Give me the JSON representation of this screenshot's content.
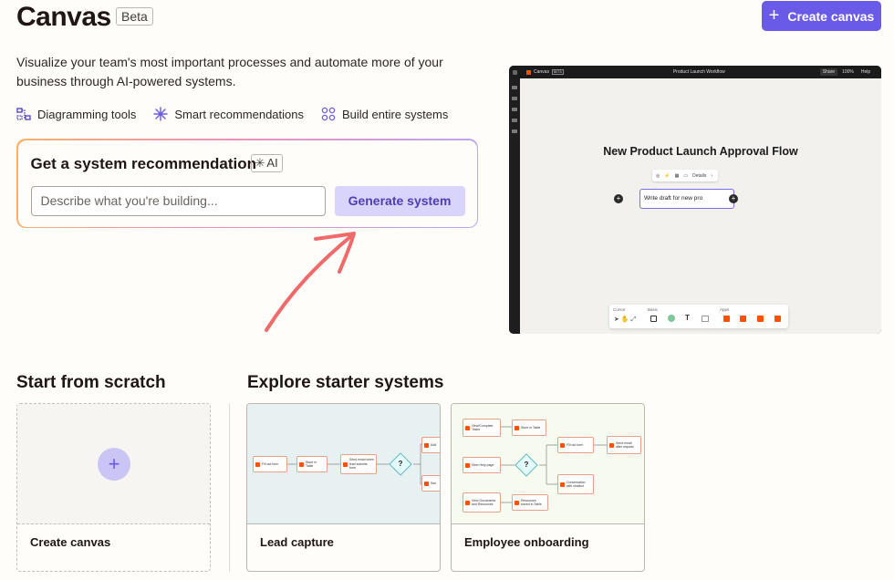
{
  "header": {
    "title": "Canvas",
    "badge": "Beta",
    "create_button": "Create canvas"
  },
  "description": "Visualize your team's most important processes and automate more of your business through AI-powered systems.",
  "features": [
    {
      "icon": "diagram-icon",
      "label": "Diagramming tools"
    },
    {
      "icon": "sparkle-icon",
      "label": "Smart recommendations"
    },
    {
      "icon": "nodes-icon",
      "label": "Build entire systems"
    }
  ],
  "recommendation": {
    "title": "Get a system recommendation",
    "ai_badge": "AI",
    "input_placeholder": "Describe what you're building...",
    "button": "Generate system"
  },
  "preview": {
    "window_title": "Product Launch Workflow",
    "app_name": "Canvas",
    "app_badge": "BETA",
    "share": "Share",
    "zoom": "100%",
    "help": "Help",
    "heading": "New Product Launch Approval Flow",
    "node_text": "Write draft for new pro",
    "mini_toolbar_label": "Details",
    "toolbar_groups": [
      "Cursor",
      "Basic",
      "Apps"
    ]
  },
  "scratch": {
    "title": "Start from scratch",
    "card_label": "Create canvas"
  },
  "starters": {
    "title": "Explore starter systems",
    "cards": [
      {
        "label": "Lead capture",
        "nodes": [
          "Fill out form",
          "Store in Table",
          "Send email when lead submits form",
          "Add",
          "Sen"
        ]
      },
      {
        "label": "Employee onboarding",
        "nodes": [
          "View/Complete Tasks",
          "Store in Table",
          "View Help page",
          "Fill out form",
          "Send email after request",
          "View Documents and Resources",
          "Resources stored in Table",
          "Conversation with chatbot"
        ]
      }
    ]
  },
  "colors": {
    "accent": "#695be8",
    "brand_orange": "#ff4f00",
    "arrow": "#f06a6a"
  }
}
